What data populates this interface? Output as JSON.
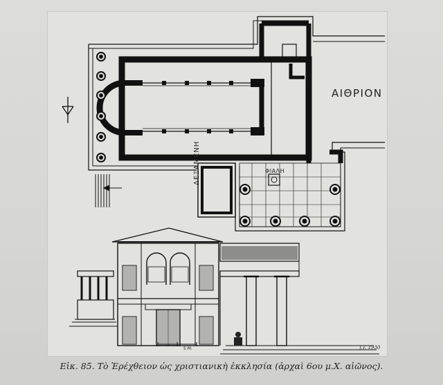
{
  "plan": {
    "atrium_label": "ΑΙΘΡΙΟΝ",
    "phiale_label": "ΦΙΑΛΗ",
    "cistern_label": "ΔΕΞΑΜΕΝΗ"
  },
  "elevation": {
    "scale_label": "5 Μ.",
    "signature": "J.T. 1930"
  },
  "caption": "Εἰκ. 85. Τὸ Ἐρέχθειον ὡς χριστιανικὴ ἐκκλησία (ἀρχαὶ 6ου μ.Χ. αἰῶνος)."
}
